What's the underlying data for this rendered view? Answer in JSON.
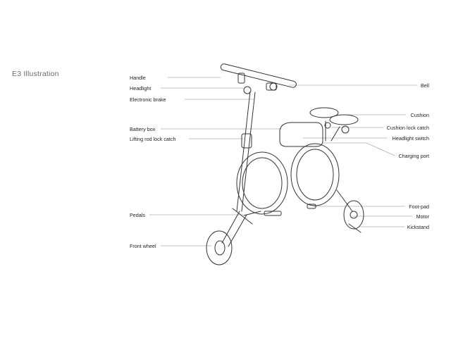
{
  "title": "E3 Illustration",
  "labels_left": [
    {
      "id": "handle",
      "text": "Handle"
    },
    {
      "id": "headlight",
      "text": "Headlight"
    },
    {
      "id": "electronic-brake",
      "text": "Electronic brake"
    },
    {
      "id": "battery-box",
      "text": "Battery box"
    },
    {
      "id": "lifting-rod-lock-catch",
      "text": "Lifting rod lock catch"
    },
    {
      "id": "pedals",
      "text": "Pedals"
    },
    {
      "id": "front-wheel",
      "text": "Front wheel"
    }
  ],
  "labels_right": [
    {
      "id": "bell",
      "text": "Bell"
    },
    {
      "id": "cushion",
      "text": "Cushion"
    },
    {
      "id": "cushion-lock-catch",
      "text": "Cushion lock catch"
    },
    {
      "id": "headlight-switch",
      "text": "Headlight switch"
    },
    {
      "id": "charging-port",
      "text": "Charging port"
    },
    {
      "id": "foot-pad",
      "text": "Foot-pad"
    },
    {
      "id": "motor",
      "text": "Motor"
    },
    {
      "id": "kickstand",
      "text": "Kickstand"
    }
  ]
}
